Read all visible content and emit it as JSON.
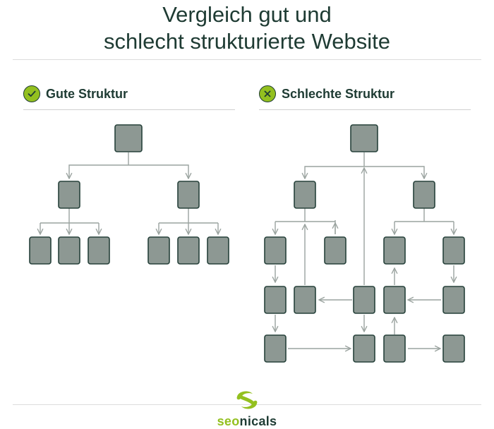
{
  "title": {
    "line1": "Vergleich gut und",
    "line2": "schlecht strukturierte Website"
  },
  "sections": {
    "good": {
      "label": "Gute Struktur",
      "icon": "check-icon"
    },
    "bad": {
      "label": "Schlechte Struktur",
      "icon": "x-icon"
    }
  },
  "logo": {
    "part1": "seo",
    "part2": "nicals"
  },
  "colors": {
    "accent": "#93c01f",
    "dark": "#1e3b33",
    "box_fill": "#8d9893",
    "box_stroke": "#26413a",
    "line": "#9aa39f"
  }
}
